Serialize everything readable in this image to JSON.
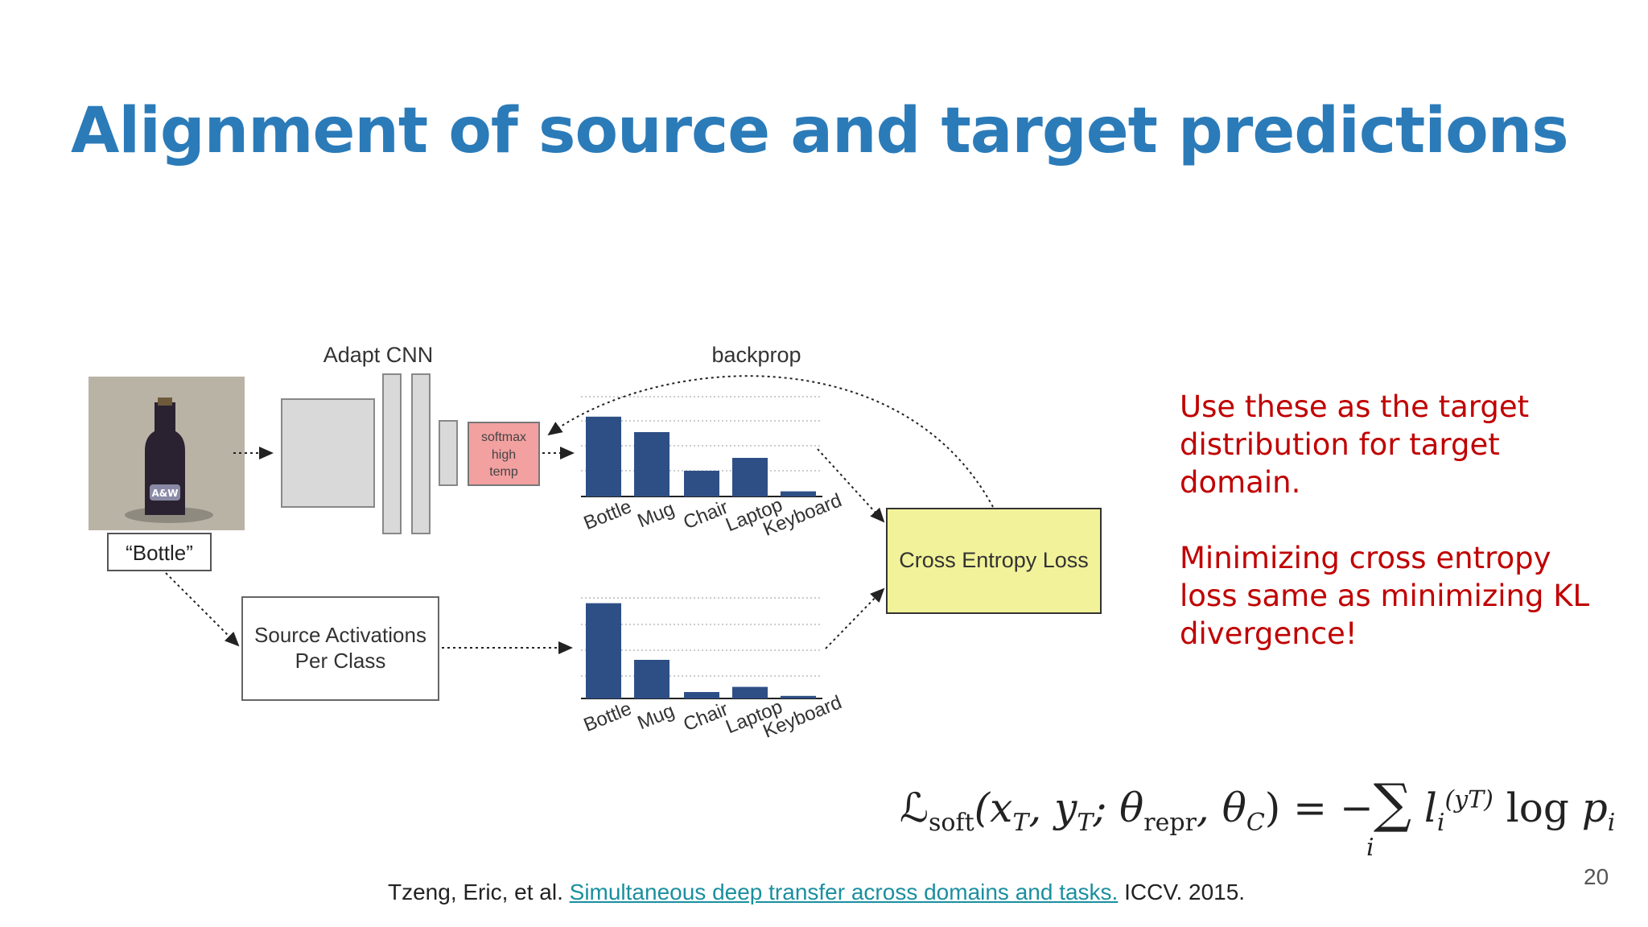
{
  "slide": {
    "title": "Alignment of source and target predictions",
    "notes": [
      "Use these as the target distribution for target domain.",
      "Minimizing cross entropy loss same as minimizing KL divergence!"
    ],
    "page_number": "20"
  },
  "diagram": {
    "adapt_cnn_label": "Adapt CNN",
    "backprop_label": "backprop",
    "image_label": "“Bottle”",
    "softmax_label": [
      "softmax",
      "high",
      "temp"
    ],
    "source_activations_label": [
      "Source Activations",
      "Per Class"
    ],
    "loss_label": "Cross Entropy Loss",
    "categories": [
      "Bottle",
      "Mug",
      "Chair",
      "Laptop",
      "Keyboard"
    ],
    "top_bars": [
      0.62,
      0.5,
      0.2,
      0.3,
      0.04
    ],
    "bottom_bars": [
      0.74,
      0.3,
      0.05,
      0.09,
      0.02
    ],
    "colors": {
      "bar": "#2e4f86",
      "softmax_fill": "#f2a0a0",
      "loss_fill": "#f2f29a",
      "block_fill": "#d9d9d9"
    }
  },
  "formula": {
    "lhs": "ℒ",
    "lhs_sub": "soft",
    "args": "(x",
    "args_T1": "T",
    "args_mid": ", y",
    "args_T2": "T",
    "args_theta": "; θ",
    "args_repr": "repr",
    "args_comma": ", θ",
    "args_C": "C",
    "args_close": ") = −",
    "sum": "∑",
    "l": " l",
    "l_sub": "i",
    "l_sup": "(yT)",
    "log": " log ",
    "p": "p",
    "p_sub": "i",
    "sum_index": "i"
  },
  "citation": {
    "prefix": "Tzeng, Eric, et al. ",
    "link_text": "Simultaneous deep transfer across domains and tasks.",
    "suffix": " ICCV. 2015."
  }
}
